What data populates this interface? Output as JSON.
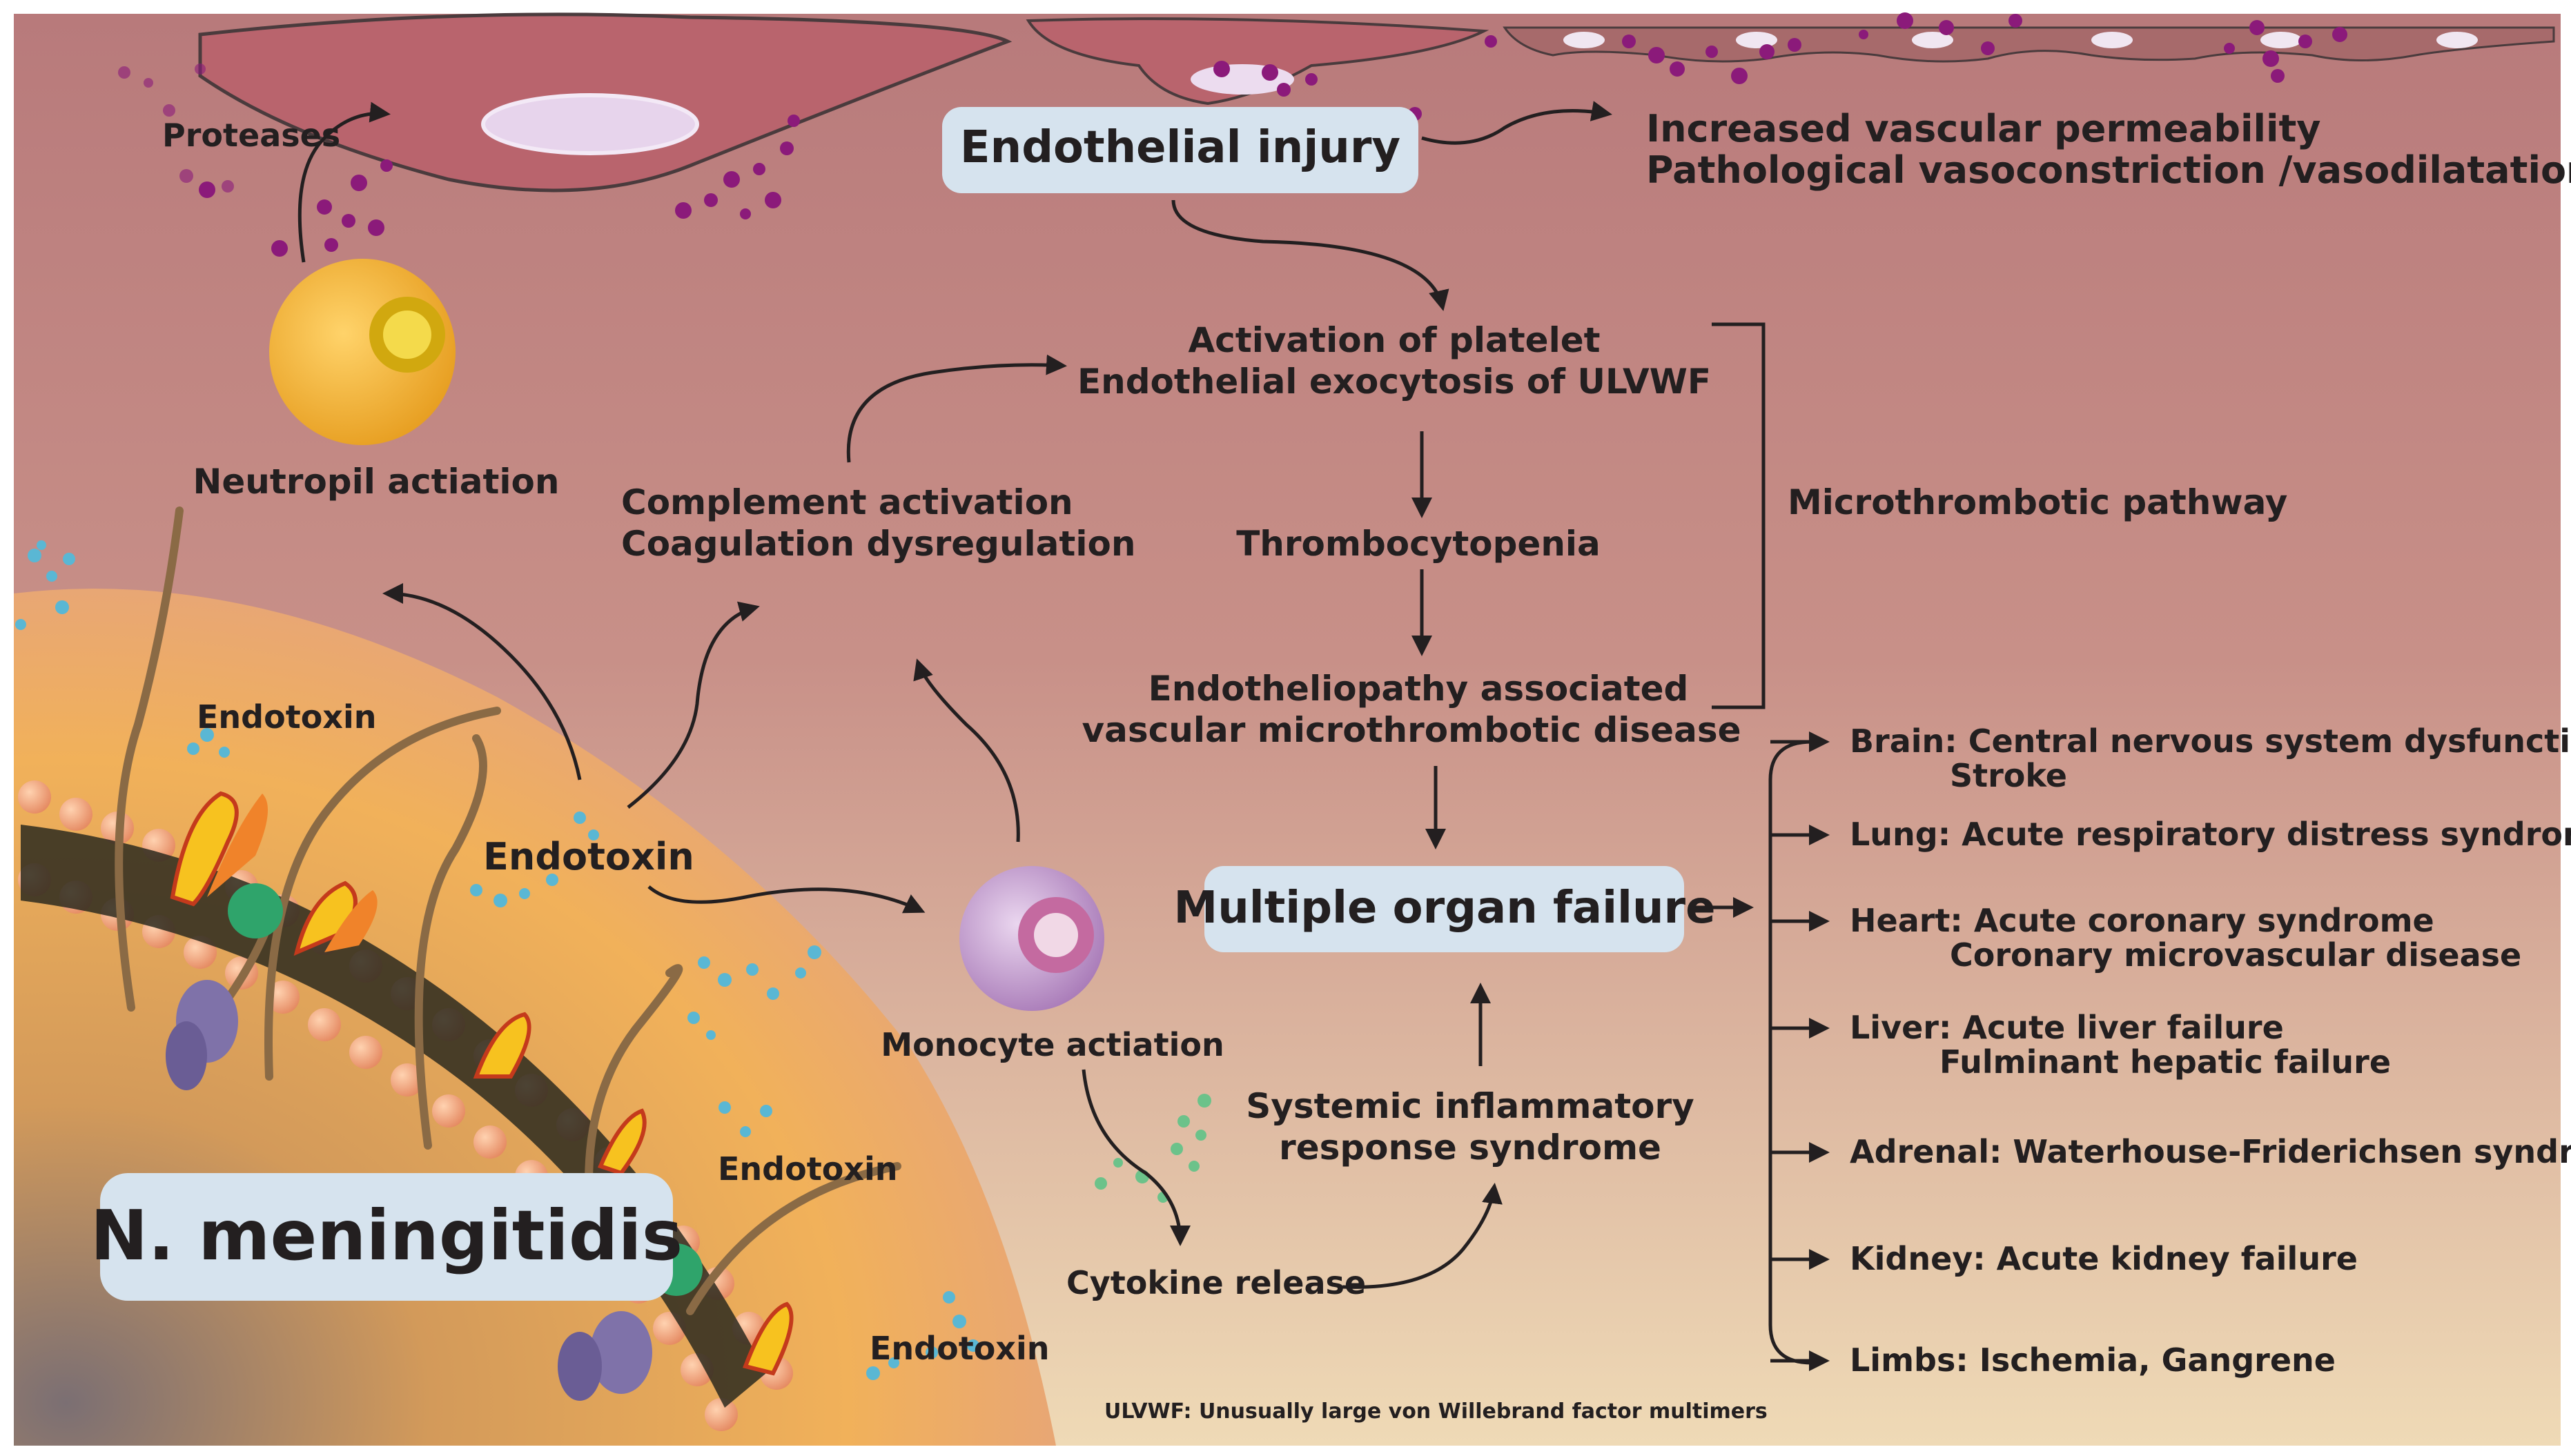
{
  "labels": {
    "proteases": "Proteases",
    "endothelial_injury": "Endothelial injury",
    "effect_line1": "Increased vascular permeability",
    "effect_line2": "Pathological vasoconstriction /vasodilatation",
    "platelet_line1": "Activation of platelet",
    "platelet_line2": "Endothelial exocytosis of ULVWF",
    "thrombocytopenia": "Thrombocytopenia",
    "endotheliopathy_line1": "Endotheliopathy associated",
    "endotheliopathy_line2": "vascular microthrombotic disease",
    "microthrombotic_pathway": "Microthrombotic pathway",
    "neutrophil": "Neutropil actiation",
    "complement_line1": "Complement activation",
    "complement_line2": "Coagulation dysregulation",
    "endotoxin": "Endotoxin",
    "monocyte": "Monocyte actiation",
    "multiple_organ_failure": "Multiple organ failure",
    "sirs_line1": "Systemic inflammatory",
    "sirs_line2": "response syndrome",
    "cytokine_release": "Cytokine release",
    "n_meningitidis": "N. meningitidis",
    "footnote": "ULVWF: Unusually large von Willebrand factor multimers"
  },
  "organs": [
    {
      "line1": "Brain: Central nervous system dysfunction",
      "line2": "Stroke"
    },
    {
      "line1": "Lung: Acute respiratory distress syndrome",
      "line2": ""
    },
    {
      "line1": "Heart: Acute coronary syndrome",
      "line2": "Coronary microvascular disease"
    },
    {
      "line1": "Liver: Acute liver failure",
      "line2": "Fulminant hepatic failure"
    },
    {
      "line1": "Adrenal: Waterhouse-Friderichsen syndrome",
      "line2": ""
    },
    {
      "line1": "Kidney: Acute kidney failure",
      "line2": ""
    },
    {
      "line1": "Limbs: Ischemia, Gangrene",
      "line2": ""
    }
  ],
  "colors": {
    "background_top": "#c08583",
    "background_bottom": "#efd9b8",
    "label_box": "#d6e3ee",
    "text": "#231f20",
    "neutrophil": "#f2b531",
    "monocyte": "#c69ad0",
    "particles_purple": "#8b1a7a",
    "particles_blue": "#5ab7d4",
    "particles_green": "#6cc28a"
  }
}
